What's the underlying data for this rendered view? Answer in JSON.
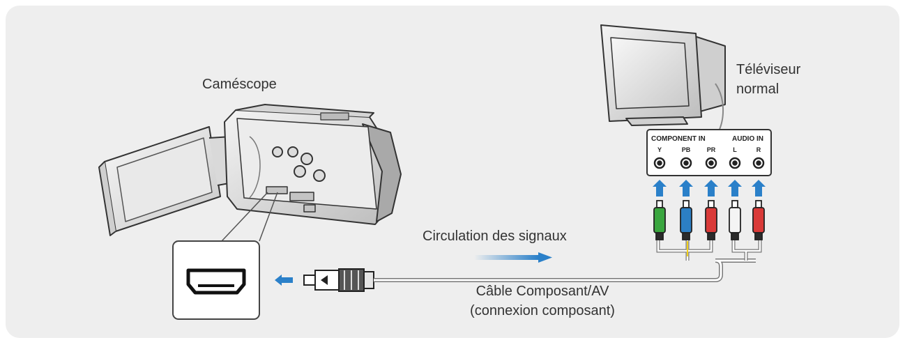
{
  "labels": {
    "camcorder": "Caméscope",
    "tv": "Téléviseur\nnormal",
    "signal_flow": "Circulation des signaux",
    "cable": "Câble Composant/AV\n(connexion composant)"
  },
  "tv_panel": {
    "component_title": "COMPONENT IN",
    "audio_title": "AUDIO IN",
    "jacks": [
      "Y",
      "PB",
      "PR",
      "L",
      "R"
    ]
  },
  "colors": {
    "background": "#eeeeee",
    "arrow_blue": "#2a80c9",
    "plug_green": "#3aa63f",
    "plug_blue": "#2c7fc4",
    "plug_red": "#d93a38",
    "plug_white": "#f4f4f4",
    "cable_yellow": "#f3d21a"
  },
  "icons": {
    "hdmi_port": "hdmi-port-icon",
    "arrow": "blue-arrow-icon"
  }
}
